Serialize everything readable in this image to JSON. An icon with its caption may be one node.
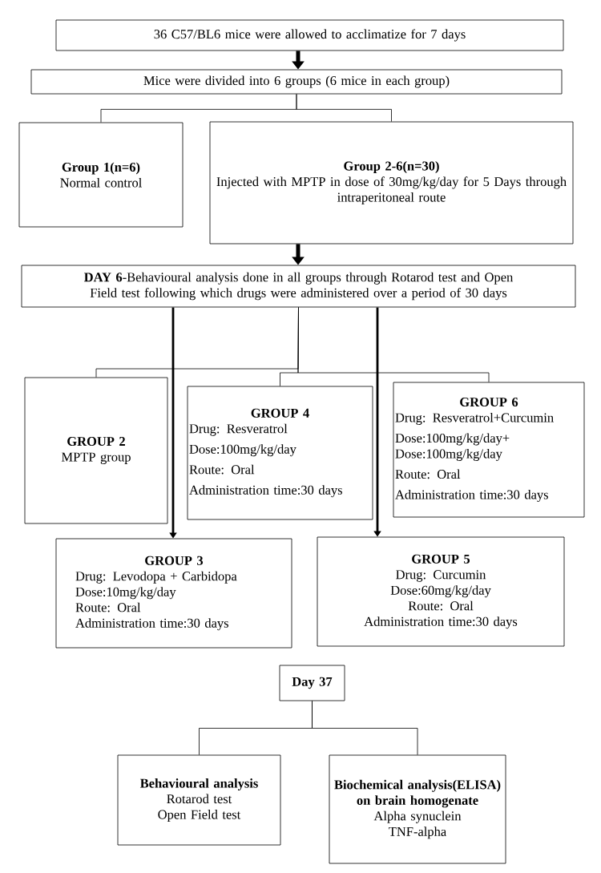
{
  "diagram": {
    "nodes": [
      {
        "text": [
          "36 C57/BL6 mice were allowed to acclimatize for 7 days"
        ]
      },
      {
        "text": [
          "Mice were divided into 6 groups (6 mice in each group)"
        ]
      },
      {
        "text": [
          "Group 1(n=6)",
          "Normal control"
        ]
      },
      {
        "text": [
          "Group 2-6(n=30)",
          "Injected with MPTP in dose of 30mg/kg/day for 5 Days through intraperitoneal route"
        ]
      },
      {
        "text": [
          "**DAY 6**-Behavioural analysis done in all groups through Rotarod test and Open Field test following which drugs were administered over a period of 30 days"
        ]
      },
      {
        "text": [
          "GROUP 2",
          "MPTP group"
        ]
      },
      {
        "text": [
          "GROUP 4",
          "Drug: Resveratrol",
          "Dose:100mg/kg/day",
          "Route: Oral",
          "Administration time:30 days"
        ]
      },
      {
        "text": [
          "GROUP 6",
          "Drug: Resveratrol+Curcumin",
          "Dose:100mg/kg/day+Dose:100mg/kg/day",
          "Route: Oral",
          "Administration time:30 days"
        ]
      },
      {
        "text": [
          "GROUP 3",
          "Drug: Levodopa + Carbidopa",
          "Dose:10mg/kg/day",
          "Route: Oral",
          "Administration time:30 days"
        ]
      },
      {
        "text": [
          "GROUP 5",
          "Drug: Curcumin",
          "Dose:60mg/kg/day",
          "Route: Oral",
          "Administration time:30 days"
        ]
      },
      {
        "text": [
          "Day 37"
        ]
      },
      {
        "text": [
          "Behavioural analysis",
          "Rotarod test",
          "Open Field test"
        ]
      },
      {
        "text": [
          "Biochemical analysis(ELISA) on brain homogenate",
          "Alpha synuclein",
          "TNF-alpha"
        ]
      }
    ],
    "edges": [
      {
        "from": 0,
        "to": 1,
        "arrow": "to",
        "style": "thick"
      },
      {
        "from": 1,
        "to": 2,
        "arrow": "none"
      },
      {
        "from": 1,
        "to": 3,
        "arrow": "none"
      },
      {
        "from": 3,
        "to": 4,
        "arrow": "to",
        "style": "thick"
      },
      {
        "from": 4,
        "to": 5,
        "arrow": "none"
      },
      {
        "from": 4,
        "to": 6,
        "arrow": "none"
      },
      {
        "from": 4,
        "to": 7,
        "arrow": "none"
      },
      {
        "from": 4,
        "to": 8,
        "arrow": "to",
        "style": "thick"
      },
      {
        "from": 4,
        "to": 9,
        "arrow": "to",
        "style": "thick"
      },
      {
        "from": 10,
        "to": 11,
        "arrow": "none"
      },
      {
        "from": 10,
        "to": 12,
        "arrow": "none"
      }
    ]
  }
}
